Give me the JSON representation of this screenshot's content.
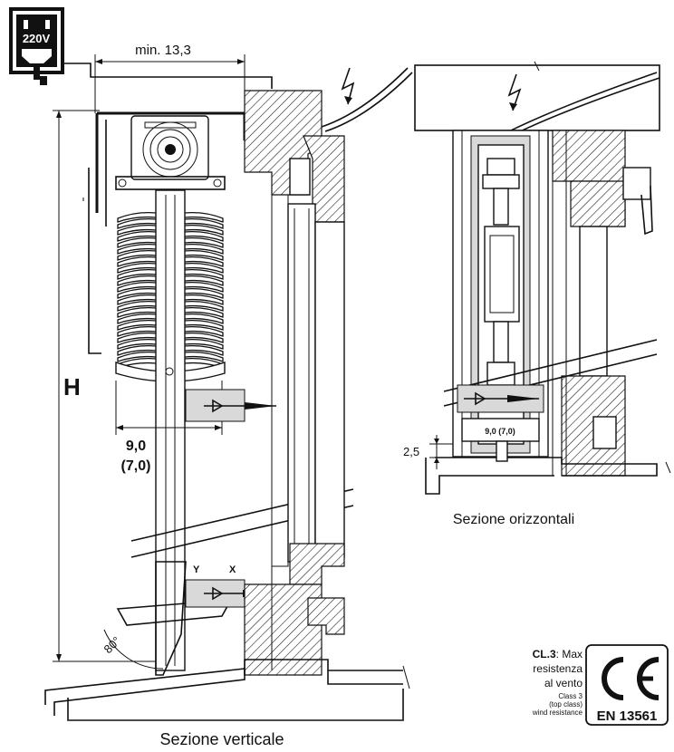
{
  "labels": {
    "plug_voltage": "220V",
    "min_width": "min. 13,3",
    "height_symbol": "H",
    "depth_main": "9,0",
    "depth_alt": "(7,0)",
    "depth_small": "9,0 (7,0)",
    "angle": "80°",
    "tag_y": "Y",
    "tag_x": "X",
    "offset": "2,5",
    "title_vertical": "Sezione verticale",
    "title_horizontal": "Sezione orizzontali"
  },
  "certification": {
    "class_bold": "CL.3",
    "class_rest": ": Max",
    "line2": "resistenza",
    "line3": "al vento",
    "en_line1": "Class 3",
    "en_line2": "(top class)",
    "en_line3": "wind resistance",
    "ce_mark": "CE",
    "standard": "EN 13561"
  },
  "colors": {
    "ink": "#111111",
    "shade": "#d9d9d9",
    "background": "#ffffff"
  },
  "icons": [
    "power-plug-icon",
    "lightning-bolt-icon",
    "ce-mark-icon"
  ]
}
